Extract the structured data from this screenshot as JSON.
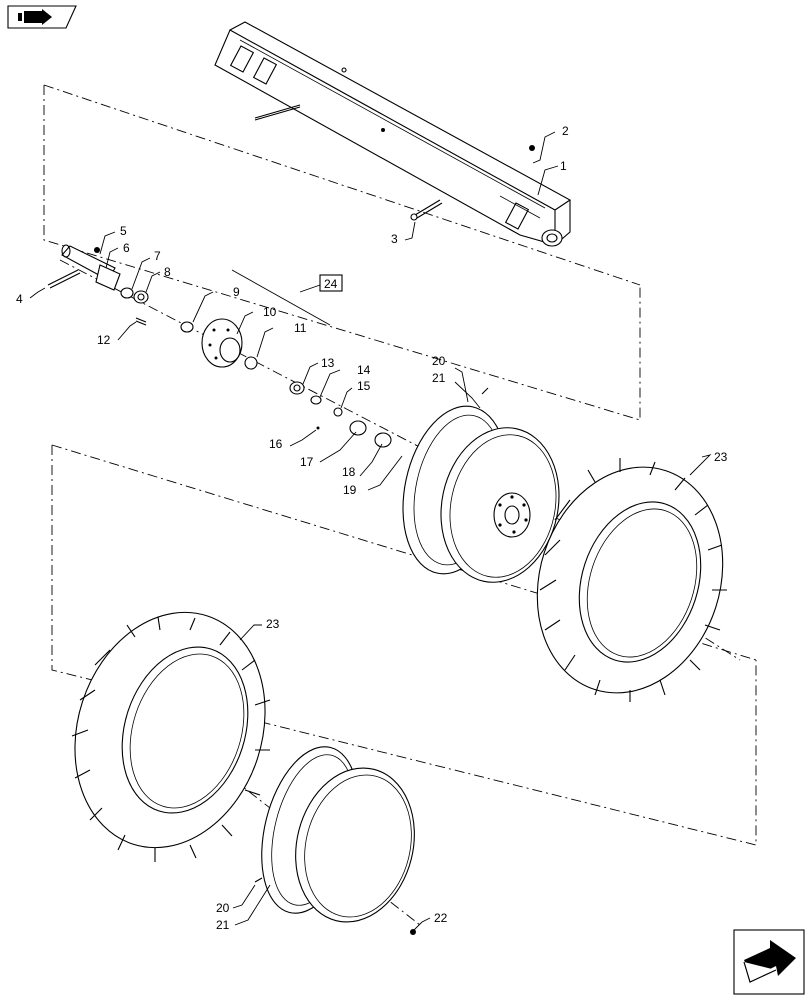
{
  "navigation": {
    "top_left_icon": "book-arrow-icon",
    "bottom_right_icon": "return-arrow-icon"
  },
  "callouts": [
    "1",
    "2",
    "3",
    "4",
    "5",
    "6",
    "7",
    "8",
    "9",
    "10",
    "11",
    "12",
    "13",
    "14",
    "15",
    "16",
    "17",
    "18",
    "19",
    "20",
    "21",
    "20",
    "21",
    "22",
    "23",
    "23"
  ],
  "boxed_callout": "24"
}
